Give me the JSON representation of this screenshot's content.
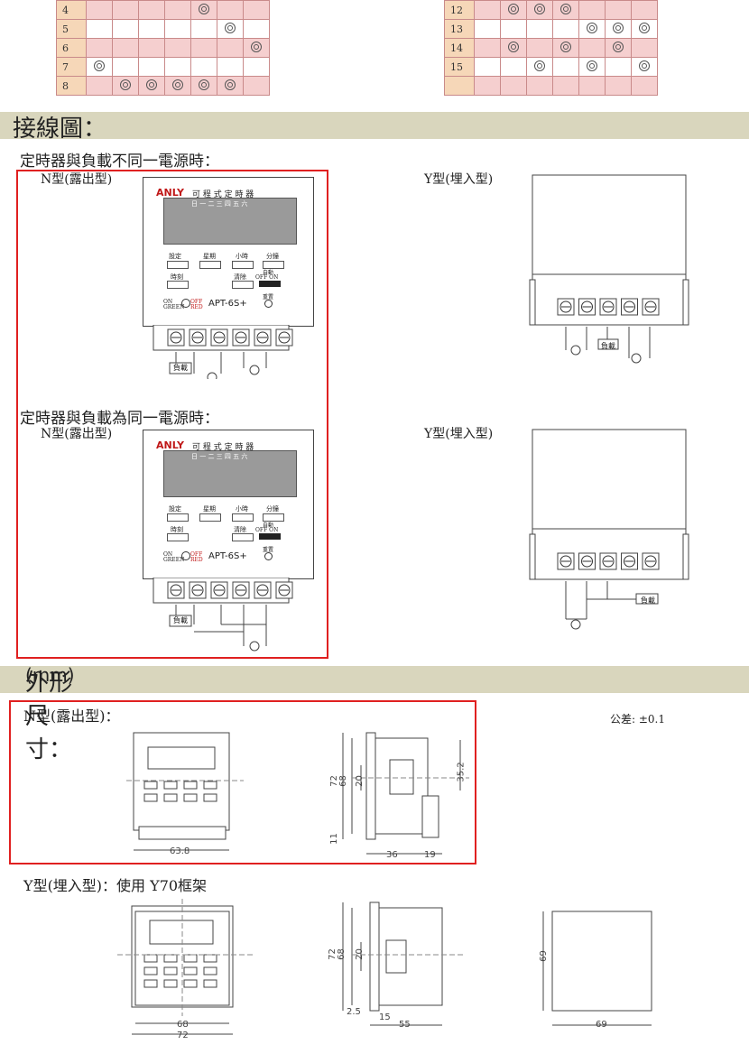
{
  "schedule_left": [
    {
      "row": "4",
      "marks": [
        false,
        false,
        false,
        false,
        true,
        false,
        false
      ]
    },
    {
      "row": "5",
      "marks": [
        false,
        false,
        false,
        false,
        false,
        true,
        false
      ]
    },
    {
      "row": "6",
      "marks": [
        false,
        false,
        false,
        false,
        false,
        false,
        true
      ]
    },
    {
      "row": "7",
      "marks": [
        true,
        false,
        false,
        false,
        false,
        false,
        false
      ]
    },
    {
      "row": "8",
      "marks": [
        false,
        true,
        true,
        true,
        true,
        true,
        false
      ]
    }
  ],
  "schedule_right": [
    {
      "row": "12",
      "marks": [
        false,
        true,
        true,
        true,
        false,
        false,
        false
      ]
    },
    {
      "row": "13",
      "marks": [
        false,
        false,
        false,
        false,
        true,
        true,
        true
      ]
    },
    {
      "row": "14",
      "marks": [
        false,
        true,
        false,
        true,
        false,
        true,
        false
      ]
    },
    {
      "row": "15",
      "marks": [
        false,
        false,
        true,
        false,
        true,
        false,
        true
      ]
    },
    {
      "row": "",
      "marks": [
        false,
        false,
        false,
        false,
        false,
        false,
        false
      ]
    }
  ],
  "wiring": {
    "heading": "接線圖：",
    "separate_title": "定時器與負載不同一電源時：",
    "same_title": "定時器與負載為同一電源時：",
    "n_type": "N型(露出型)",
    "y_type": "Y型(埋入型)",
    "load": "負載"
  },
  "device": {
    "brand": "ANLY",
    "title": "可 程 式 定 時 器",
    "days": "日 一 二 三 四 五 六",
    "btn_set": "設定",
    "btn_week": "星期",
    "btn_hour": "小時",
    "btn_min": "分鐘",
    "btn_clock": "時刻",
    "btn_clear": "清除",
    "auto": "自動",
    "off_on": "OFF  ON",
    "on": "ON",
    "green": "GREEN",
    "off": "OFF",
    "red": "RED",
    "model": "APT-6S+",
    "reset": "重置"
  },
  "dimensions": {
    "heading": "外形尺寸：",
    "unit": "(mm)",
    "n_title": "N型(露出型)：",
    "tolerance": "公差: ±0.1",
    "y_title": "Y型(埋入型)：使用 Y70框架",
    "n_width": "63.8",
    "n_h72": "72",
    "n_h68": "68",
    "n_h20": "20",
    "n_h35": "35.2",
    "n_h11": "11",
    "n_d36": "36",
    "n_d19": "19",
    "y_w68": "68",
    "y_w72": "72",
    "y_h72": "72",
    "y_h68": "68",
    "y_h20": "20",
    "y_d25": "2.5",
    "y_d15": "15",
    "y_d55": "55",
    "y_h69": "69",
    "y_w69": "69"
  },
  "colors": {
    "accent_red": "#e02020",
    "band": "#d9d6bd",
    "table_pink": "#f5cfcf",
    "table_peach": "#f6d7b8"
  }
}
